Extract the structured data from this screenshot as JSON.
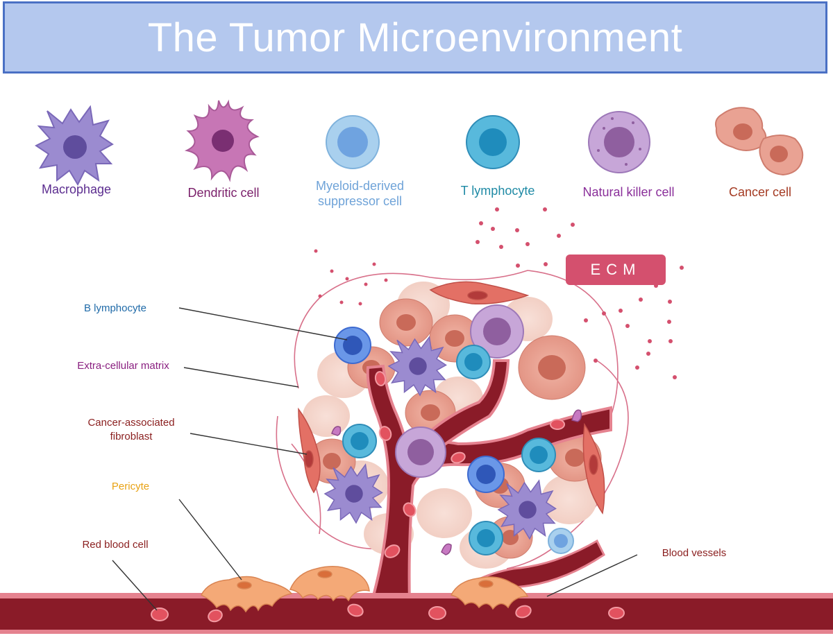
{
  "title": "The Tumor Microenvironment",
  "legend": {
    "macrophage": "Macrophage",
    "dendritic": "Dendritic cell",
    "mdsc": "Myeloid-derived suppressor cell",
    "t_lymphocyte": "T lymphocyte",
    "nk": "Natural killer cell",
    "cancer": "Cancer cell"
  },
  "callouts": {
    "b_lymphocyte": "B lymphocyte",
    "ecm_label": "Extra-cellular matrix",
    "caf": "Cancer-associated fibroblast",
    "pericyte": "Pericyte",
    "rbc": "Red blood cell",
    "vessels": "Blood  vessels"
  },
  "ecm_tag": "ECM",
  "colors": {
    "title_bg": "#b4c8ee",
    "title_border": "#4a70c4",
    "macrophage": "#9b8bd0",
    "dendritic": "#c776b5",
    "mdsc": "#a9d0ee",
    "t_cell": "#58b9dc",
    "nk": "#c7a6d8",
    "cancer": "#e9a293",
    "vessel": "#8a1b28",
    "ecm": "#d4506e"
  }
}
